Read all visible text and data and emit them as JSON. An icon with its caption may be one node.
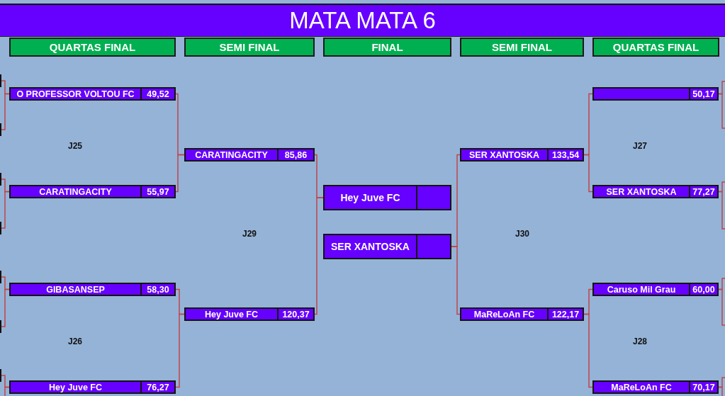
{
  "diagram": {
    "title": "MATA MATA 6",
    "nodes": [
      {
        "text": [
          "QUARTAS FINAL"
        ]
      },
      {
        "text": [
          "SEMI FINAL"
        ]
      },
      {
        "text": [
          "FINAL"
        ]
      },
      {
        "text": [
          "SEMI FINAL"
        ]
      },
      {
        "text": [
          "QUARTAS FINAL"
        ]
      },
      {
        "text": [],
        "shape": "box"
      },
      {
        "text": [],
        "shape": "box"
      },
      {
        "text": [],
        "shape": "box"
      },
      {
        "text": [],
        "shape": "box"
      },
      {
        "text": [],
        "shape": "box"
      },
      {
        "text": [],
        "shape": "box"
      },
      {
        "text": [],
        "shape": "box"
      },
      {
        "text": [
          "O PROFESSOR VOLTOU FC",
          "49,52"
        ]
      },
      {
        "text": [
          "CARATINGACITY",
          "55,97"
        ]
      },
      {
        "text": [
          "GIBASANSEP",
          "58,30"
        ]
      },
      {
        "text": [
          "Hey Juve FC",
          "76,27"
        ]
      },
      {
        "text": [
          "CARATINGACITY",
          "85,86"
        ]
      },
      {
        "text": [
          "Hey Juve FC",
          "120,37"
        ]
      },
      {
        "text": [
          "Hey Juve FC"
        ]
      },
      {
        "text": [
          "SER XANTOSKA"
        ]
      },
      {
        "text": [
          "SER XANTOSKA",
          "133,54"
        ]
      },
      {
        "text": [
          "MaReLoAn FC",
          "122,17"
        ]
      },
      {
        "text": [
          "50,17"
        ]
      },
      {
        "text": [
          "SER XANTOSKA",
          "77,27"
        ]
      },
      {
        "text": [
          "Caruso Mil Grau",
          "60,00"
        ]
      },
      {
        "text": [
          "MaReLoAn FC",
          "70,17"
        ]
      }
    ],
    "edges": [
      {
        "from": 5,
        "to": 12,
        "arrow": "none"
      },
      {
        "from": 6,
        "to": 12,
        "arrow": "none"
      },
      {
        "from": 7,
        "to": 13,
        "arrow": "none"
      },
      {
        "from": 8,
        "to": 13,
        "arrow": "none"
      },
      {
        "from": 9,
        "to": 14,
        "arrow": "none"
      },
      {
        "from": 10,
        "to": 14,
        "arrow": "none"
      },
      {
        "from": 11,
        "to": 15,
        "arrow": "none"
      },
      {
        "from": null,
        "to": 15,
        "arrow": "none"
      },
      {
        "from": 12,
        "to": 16,
        "arrow": "none"
      },
      {
        "from": 13,
        "to": 16,
        "arrow": "none"
      },
      {
        "from": 14,
        "to": 17,
        "arrow": "none"
      },
      {
        "from": 15,
        "to": 17,
        "arrow": "none"
      },
      {
        "from": 16,
        "to": 18,
        "arrow": "none"
      },
      {
        "from": 17,
        "to": 18,
        "arrow": "none"
      },
      {
        "from": 20,
        "to": 19,
        "arrow": "none"
      },
      {
        "from": 21,
        "to": 19,
        "arrow": "none"
      },
      {
        "from": 22,
        "to": 20,
        "arrow": "none"
      },
      {
        "from": 23,
        "to": 20,
        "arrow": "none"
      },
      {
        "from": 24,
        "to": 21,
        "arrow": "none"
      },
      {
        "from": 25,
        "to": 21,
        "arrow": "none"
      },
      {
        "from": null,
        "to": 22,
        "arrow": "none"
      },
      {
        "from": null,
        "to": 22,
        "arrow": "none"
      },
      {
        "from": null,
        "to": 23,
        "arrow": "none"
      },
      {
        "from": null,
        "to": 23,
        "arrow": "none"
      },
      {
        "from": null,
        "to": 24,
        "arrow": "none"
      },
      {
        "from": null,
        "to": 24,
        "arrow": "none"
      },
      {
        "from": null,
        "to": 25,
        "arrow": "none"
      },
      {
        "from": null,
        "to": 25,
        "arrow": "none"
      }
    ],
    "labels": [
      "J25",
      "J27",
      "J29",
      "J30",
      "J26",
      "J28"
    ]
  }
}
